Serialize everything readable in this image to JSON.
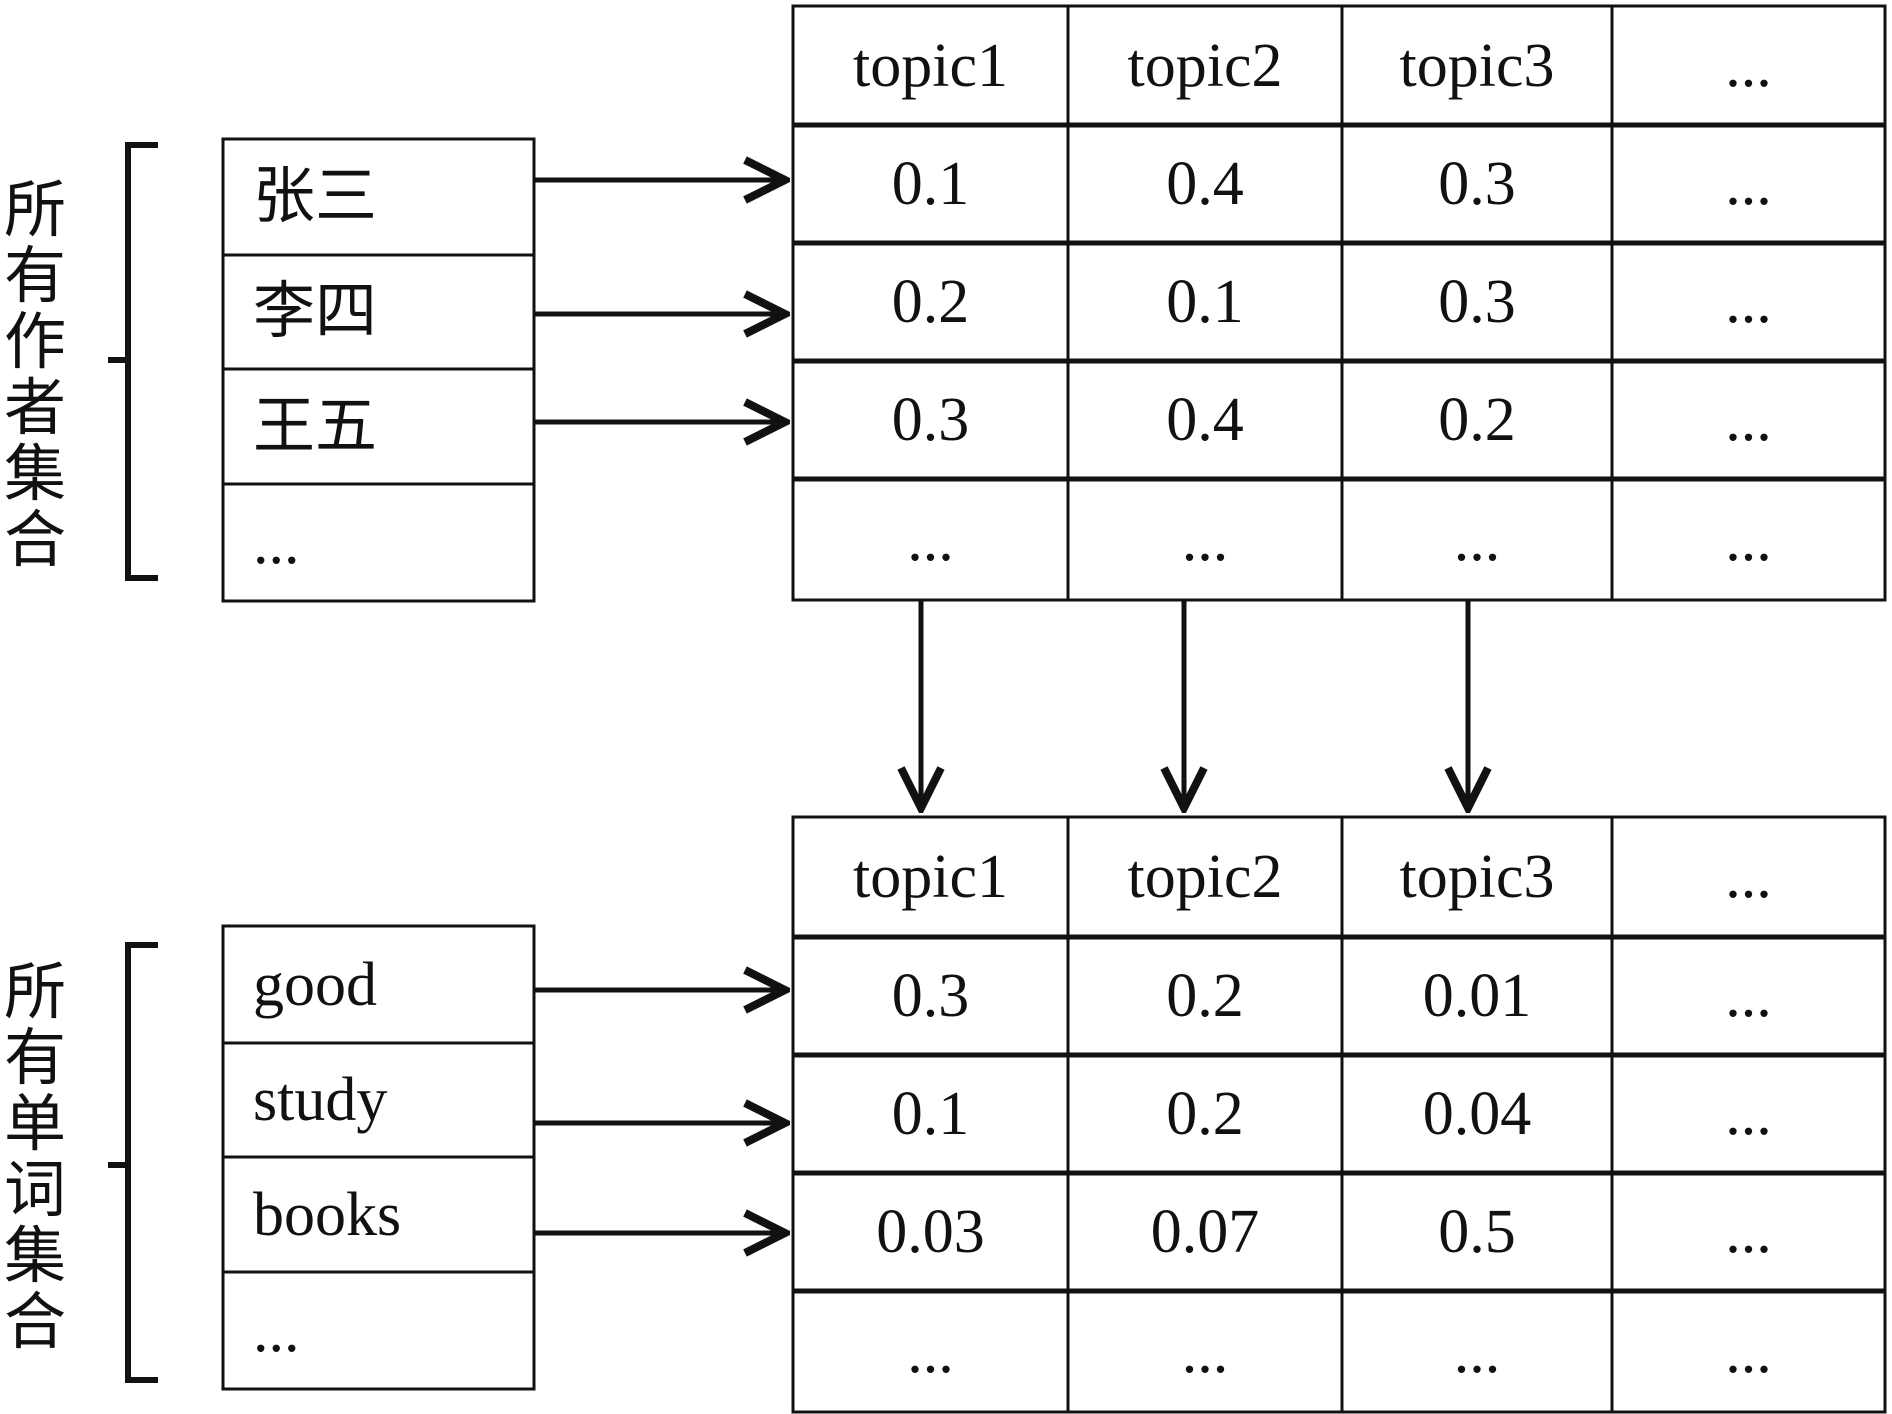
{
  "author_group": {
    "label": "所有作者集合",
    "items": [
      "张三",
      "李四",
      "王五",
      "..."
    ],
    "topic_table": {
      "headers": [
        "topic1",
        "topic2",
        "topic3",
        "..."
      ],
      "rows": [
        [
          "0.1",
          "0.4",
          "0.3",
          "..."
        ],
        [
          "0.2",
          "0.1",
          "0.3",
          "..."
        ],
        [
          "0.3",
          "0.4",
          "0.2",
          "..."
        ],
        [
          "...",
          "...",
          "...",
          "..."
        ]
      ]
    }
  },
  "word_group": {
    "label": "所有单词集合",
    "items": [
      "good",
      "study",
      "books",
      "..."
    ],
    "topic_table": {
      "headers": [
        "topic1",
        "topic2",
        "topic3",
        "..."
      ],
      "rows": [
        [
          "0.3",
          "0.2",
          "0.01",
          "..."
        ],
        [
          "0.1",
          "0.2",
          "0.04",
          "..."
        ],
        [
          "0.03",
          "0.07",
          "0.5",
          "..."
        ],
        [
          "...",
          "...",
          "...",
          "..."
        ]
      ]
    }
  }
}
